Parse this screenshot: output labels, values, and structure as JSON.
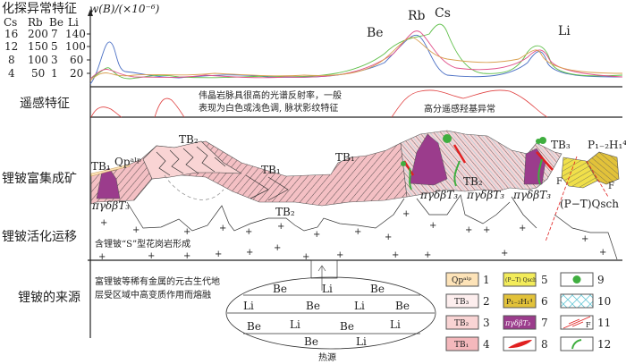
{
  "geochem": {
    "title": "化探异常特征",
    "unit": "w(B)/(×10⁻⁶)",
    "headers": [
      "Cs",
      "Rb",
      "Be",
      "Li"
    ],
    "rows": [
      [
        "16",
        "200",
        "7",
        "140"
      ],
      [
        "12",
        "150",
        "5",
        "100"
      ],
      [
        "8",
        "100",
        "3",
        "60"
      ],
      [
        "4",
        "50",
        "1",
        "20"
      ]
    ],
    "peak_labels": {
      "be": "Be",
      "rb": "Rb",
      "cs": "Cs",
      "li": "Li"
    },
    "colors": {
      "blue": "#4a6fc4",
      "green": "#5fbf4a",
      "pink": "#e0508a",
      "orange": "#d9a050"
    }
  },
  "remote": {
    "label": "遥感特征",
    "text1": "伟晶岩脉具很高的光谱反射率，一般",
    "text2": "表现为白色或浅色调, 脉状影纹特征",
    "text3": "高分遥感羟基异常"
  },
  "ore": {
    "label": "锂铍富集成矿",
    "tb1_left": "TB₁",
    "qp": "Qpᵃˡᵖ",
    "tb2_top": "TB₂",
    "tb1_mid": "TB₁",
    "tb1_right": "TB₁",
    "tb2_right": "TB₂",
    "tb3": "TB₃",
    "p12h": "P₁₋₂H₁⁴",
    "f1": "F",
    "f2": "F",
    "granite1": "πγδβT₃",
    "granite2": "πγδβT₃",
    "granite3": "πγδβT₃",
    "granite4": "πγδβT₃",
    "qsch": "(P−T)Qsch",
    "tb2_low": "TB₂"
  },
  "migration": {
    "label": "锂铍活化运移",
    "text": "含锂铍“S”型花岗岩形成"
  },
  "source": {
    "label": "锂铍的来源",
    "text1": "富锂铍等稀有金属的元古生代地",
    "text2": "层受区域中高变质作用而熔融",
    "heat": "热源",
    "elements": [
      [
        "Be",
        "Li",
        "Be"
      ],
      [
        "Li",
        "Be",
        "Li",
        "Be"
      ],
      [
        "Be",
        "Li",
        "Be",
        "Li"
      ],
      [
        "Be",
        "Li"
      ]
    ]
  },
  "legend": [
    {
      "num": "1",
      "text": "Qpᵃˡᵖ",
      "color": "#fde3b8"
    },
    {
      "num": "2",
      "text": "TB₃",
      "color": "#fdeeee"
    },
    {
      "num": "3",
      "text": "TB₂",
      "color": "#f9d4d4"
    },
    {
      "num": "4",
      "text": "TB₁",
      "color": "#f4b8bc"
    },
    {
      "num": "5",
      "text": "(P−T) Qsch",
      "color": "#f3ec5a"
    },
    {
      "num": "6",
      "text": "P₁₋₂H₁⁴",
      "color": "#e2c23a"
    },
    {
      "num": "7",
      "text": "πγδβT₃",
      "color": "#9b3c8c"
    },
    {
      "num": "8",
      "text": "",
      "color": "#e02020"
    },
    {
      "num": "9",
      "text": "",
      "color": "#3fae3f"
    },
    {
      "num": "10",
      "text": "",
      "color": "#6ccad8"
    },
    {
      "num": "11",
      "text": "F",
      "color": "#e02020"
    },
    {
      "num": "12",
      "text": "",
      "color": "#3fae3f"
    }
  ]
}
